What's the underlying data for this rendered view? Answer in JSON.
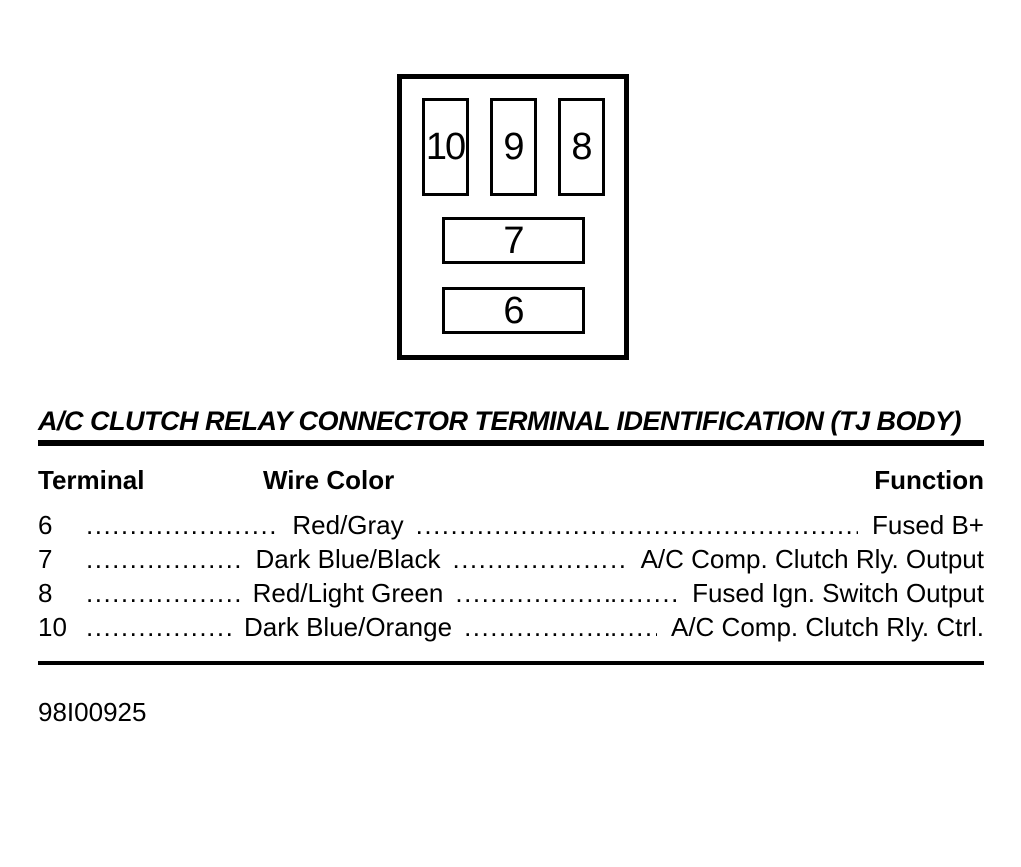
{
  "connector": {
    "pins_top": [
      {
        "label": "10"
      },
      {
        "label": "9"
      },
      {
        "label": "8"
      }
    ],
    "pins_bottom": [
      {
        "label": "7"
      },
      {
        "label": "6"
      }
    ]
  },
  "title": "A/C CLUTCH RELAY CONNECTOR TERMINAL IDENTIFICATION (TJ BODY)",
  "table": {
    "headers": {
      "terminal": "Terminal",
      "wire_color": "Wire Color",
      "function": "Function"
    },
    "rows": [
      {
        "terminal": "6",
        "wire_color": "Red/Gray",
        "function": "Fused B+"
      },
      {
        "terminal": "7",
        "wire_color": "Dark Blue/Black",
        "function": "A/C Comp. Clutch Rly. Output"
      },
      {
        "terminal": "8",
        "wire_color": "Red/Light Green",
        "function": "Fused Ign. Switch Output"
      },
      {
        "terminal": "10",
        "wire_color": "Dark Blue/Orange",
        "function": "A/C Comp. Clutch Rly. Ctrl."
      }
    ]
  },
  "leader_dots": "........................................................................................................................",
  "figure_id": "98I00925",
  "colors": {
    "ink": "#000000",
    "paper": "#ffffff"
  }
}
